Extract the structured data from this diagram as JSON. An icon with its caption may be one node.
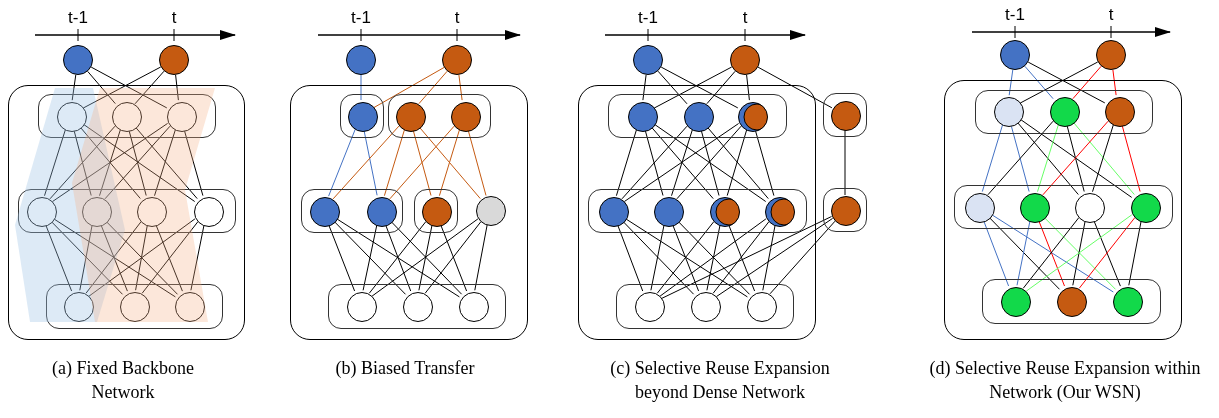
{
  "diagram": {
    "nodes": [
      {
        "text": [],
        "shape": "circle"
      },
      {
        "text": [],
        "shape": "circle"
      },
      {
        "text": [],
        "shape": "box"
      },
      {
        "text": [],
        "shape": "box",
        "in": 2
      },
      {
        "text": [],
        "shape": "circle",
        "in": 3
      },
      {
        "text": [],
        "shape": "circle",
        "in": 3
      },
      {
        "text": [],
        "shape": "circle",
        "in": 3
      },
      {
        "text": [],
        "shape": "box",
        "in": 2
      },
      {
        "text": [],
        "shape": "circle",
        "in": 7
      },
      {
        "text": [],
        "shape": "circle",
        "in": 7
      },
      {
        "text": [],
        "shape": "circle",
        "in": 7
      },
      {
        "text": [],
        "shape": "circle",
        "in": 7
      },
      {
        "text": [],
        "shape": "box",
        "in": 2
      },
      {
        "text": [],
        "shape": "circle",
        "in": 12
      },
      {
        "text": [],
        "shape": "circle",
        "in": 12
      },
      {
        "text": [],
        "shape": "circle",
        "in": 12
      },
      {
        "text": [],
        "shape": "circle"
      },
      {
        "text": [],
        "shape": "circle"
      },
      {
        "text": [],
        "shape": "box"
      },
      {
        "text": [],
        "shape": "box",
        "in": 18
      },
      {
        "text": [],
        "shape": "circle",
        "in": 19
      },
      {
        "text": [],
        "shape": "box",
        "in": 18
      },
      {
        "text": [],
        "shape": "circle",
        "in": 21
      },
      {
        "text": [],
        "shape": "circle",
        "in": 21
      },
      {
        "text": [],
        "shape": "box",
        "in": 18
      },
      {
        "text": [],
        "shape": "circle",
        "in": 24
      },
      {
        "text": [],
        "shape": "circle",
        "in": 24
      },
      {
        "text": [],
        "shape": "box",
        "in": 18
      },
      {
        "text": [],
        "shape": "circle",
        "in": 27
      },
      {
        "text": [],
        "shape": "circle",
        "in": 18
      },
      {
        "text": [],
        "shape": "box",
        "in": 18
      },
      {
        "text": [],
        "shape": "circle",
        "in": 30
      },
      {
        "text": [],
        "shape": "circle",
        "in": 30
      },
      {
        "text": [],
        "shape": "circle",
        "in": 30
      },
      {
        "text": [],
        "shape": "circle"
      },
      {
        "text": [],
        "shape": "circle"
      },
      {
        "text": [],
        "shape": "box"
      },
      {
        "text": [],
        "shape": "box",
        "in": 36
      },
      {
        "text": [],
        "shape": "circle",
        "in": 37
      },
      {
        "text": [],
        "shape": "circle",
        "in": 37
      },
      {
        "text": [],
        "shape": "circle",
        "in": 37
      },
      {
        "text": [],
        "shape": "box",
        "in": 36
      },
      {
        "text": [],
        "shape": "circle",
        "in": 41
      },
      {
        "text": [],
        "shape": "circle",
        "in": 41
      },
      {
        "text": [],
        "shape": "circle",
        "in": 41
      },
      {
        "text": [],
        "shape": "circle",
        "in": 41
      },
      {
        "text": [],
        "shape": "box",
        "in": 36
      },
      {
        "text": [],
        "shape": "circle",
        "in": 46
      },
      {
        "text": [],
        "shape": "circle",
        "in": 46
      },
      {
        "text": [],
        "shape": "circle",
        "in": 46
      },
      {
        "text": [],
        "shape": "box"
      },
      {
        "text": [],
        "shape": "circle",
        "in": 50
      },
      {
        "text": [],
        "shape": "box"
      },
      {
        "text": [],
        "shape": "circle",
        "in": 52
      },
      {
        "text": [],
        "shape": "circle"
      },
      {
        "text": [],
        "shape": "circle"
      },
      {
        "text": [],
        "shape": "box"
      },
      {
        "text": [],
        "shape": "box",
        "in": 56
      },
      {
        "text": [],
        "shape": "circle",
        "in": 57
      },
      {
        "text": [],
        "shape": "circle",
        "in": 57
      },
      {
        "text": [],
        "shape": "circle",
        "in": 57
      },
      {
        "text": [],
        "shape": "box",
        "in": 56
      },
      {
        "text": [],
        "shape": "circle",
        "in": 61
      },
      {
        "text": [],
        "shape": "circle",
        "in": 61
      },
      {
        "text": [],
        "shape": "circle",
        "in": 61
      },
      {
        "text": [],
        "shape": "circle",
        "in": 61
      },
      {
        "text": [],
        "shape": "box",
        "in": 56
      },
      {
        "text": [],
        "shape": "circle",
        "in": 66
      },
      {
        "text": [],
        "shape": "circle",
        "in": 66
      },
      {
        "text": [],
        "shape": "circle",
        "in": 66
      }
    ],
    "edges": [
      {
        "from": 0,
        "to": 4,
        "arrow": "none"
      },
      {
        "from": 0,
        "to": 5,
        "arrow": "none"
      },
      {
        "from": 0,
        "to": 6,
        "arrow": "none"
      },
      {
        "from": 1,
        "to": 4,
        "arrow": "none"
      },
      {
        "from": 1,
        "to": 5,
        "arrow": "none"
      },
      {
        "from": 1,
        "to": 6,
        "arrow": "none"
      },
      {
        "from": 4,
        "to": 8,
        "arrow": "none"
      },
      {
        "from": 4,
        "to": 9,
        "arrow": "none"
      },
      {
        "from": 4,
        "to": 10,
        "arrow": "none"
      },
      {
        "from": 4,
        "to": 11,
        "arrow": "none"
      },
      {
        "from": 5,
        "to": 8,
        "arrow": "none"
      },
      {
        "from": 5,
        "to": 9,
        "arrow": "none"
      },
      {
        "from": 5,
        "to": 10,
        "arrow": "none"
      },
      {
        "from": 5,
        "to": 11,
        "arrow": "none"
      },
      {
        "from": 6,
        "to": 8,
        "arrow": "none"
      },
      {
        "from": 6,
        "to": 9,
        "arrow": "none"
      },
      {
        "from": 6,
        "to": 10,
        "arrow": "none"
      },
      {
        "from": 6,
        "to": 11,
        "arrow": "none"
      },
      {
        "from": 8,
        "to": 13,
        "arrow": "none"
      },
      {
        "from": 8,
        "to": 14,
        "arrow": "none"
      },
      {
        "from": 8,
        "to": 15,
        "arrow": "none"
      },
      {
        "from": 9,
        "to": 13,
        "arrow": "none"
      },
      {
        "from": 9,
        "to": 14,
        "arrow": "none"
      },
      {
        "from": 9,
        "to": 15,
        "arrow": "none"
      },
      {
        "from": 10,
        "to": 13,
        "arrow": "none"
      },
      {
        "from": 10,
        "to": 14,
        "arrow": "none"
      },
      {
        "from": 10,
        "to": 15,
        "arrow": "none"
      },
      {
        "from": 11,
        "to": 13,
        "arrow": "none"
      },
      {
        "from": 11,
        "to": 14,
        "arrow": "none"
      },
      {
        "from": 11,
        "to": 15,
        "arrow": "none"
      },
      {
        "from": 16,
        "to": 20,
        "arrow": "none",
        "color": "#4472c4"
      },
      {
        "from": 17,
        "to": 20,
        "arrow": "none",
        "color": "#c55a11"
      },
      {
        "from": 17,
        "to": 22,
        "arrow": "none",
        "color": "#c55a11"
      },
      {
        "from": 17,
        "to": 23,
        "arrow": "none",
        "color": "#c55a11"
      },
      {
        "from": 20,
        "to": 25,
        "arrow": "none",
        "color": "#4472c4"
      },
      {
        "from": 20,
        "to": 26,
        "arrow": "none",
        "color": "#4472c4"
      },
      {
        "from": 22,
        "to": 25,
        "arrow": "none",
        "color": "#c55a11"
      },
      {
        "from": 22,
        "to": 26,
        "arrow": "none",
        "color": "#c55a11"
      },
      {
        "from": 22,
        "to": 28,
        "arrow": "none",
        "color": "#c55a11"
      },
      {
        "from": 22,
        "to": 29,
        "arrow": "none",
        "color": "#c55a11"
      },
      {
        "from": 23,
        "to": 26,
        "arrow": "none",
        "color": "#c55a11"
      },
      {
        "from": 23,
        "to": 28,
        "arrow": "none",
        "color": "#c55a11"
      },
      {
        "from": 23,
        "to": 29,
        "arrow": "none",
        "color": "#c55a11"
      },
      {
        "from": 25,
        "to": 31,
        "arrow": "none"
      },
      {
        "from": 25,
        "to": 32,
        "arrow": "none"
      },
      {
        "from": 25,
        "to": 33,
        "arrow": "none"
      },
      {
        "from": 26,
        "to": 31,
        "arrow": "none"
      },
      {
        "from": 26,
        "to": 32,
        "arrow": "none"
      },
      {
        "from": 26,
        "to": 33,
        "arrow": "none"
      },
      {
        "from": 28,
        "to": 31,
        "arrow": "none"
      },
      {
        "from": 28,
        "to": 32,
        "arrow": "none"
      },
      {
        "from": 28,
        "to": 33,
        "arrow": "none"
      },
      {
        "from": 29,
        "to": 31,
        "arrow": "none"
      },
      {
        "from": 29,
        "to": 32,
        "arrow": "none"
      },
      {
        "from": 29,
        "to": 33,
        "arrow": "none"
      },
      {
        "from": 34,
        "to": 38,
        "arrow": "none"
      },
      {
        "from": 34,
        "to": 39,
        "arrow": "none"
      },
      {
        "from": 34,
        "to": 40,
        "arrow": "none"
      },
      {
        "from": 35,
        "to": 38,
        "arrow": "none"
      },
      {
        "from": 35,
        "to": 39,
        "arrow": "none"
      },
      {
        "from": 35,
        "to": 40,
        "arrow": "none"
      },
      {
        "from": 35,
        "to": 51,
        "arrow": "none"
      },
      {
        "from": 38,
        "to": 42,
        "arrow": "none"
      },
      {
        "from": 38,
        "to": 43,
        "arrow": "none"
      },
      {
        "from": 38,
        "to": 44,
        "arrow": "none"
      },
      {
        "from": 38,
        "to": 45,
        "arrow": "none"
      },
      {
        "from": 39,
        "to": 42,
        "arrow": "none"
      },
      {
        "from": 39,
        "to": 43,
        "arrow": "none"
      },
      {
        "from": 39,
        "to": 44,
        "arrow": "none"
      },
      {
        "from": 39,
        "to": 45,
        "arrow": "none"
      },
      {
        "from": 40,
        "to": 42,
        "arrow": "none"
      },
      {
        "from": 40,
        "to": 43,
        "arrow": "none"
      },
      {
        "from": 40,
        "to": 44,
        "arrow": "none"
      },
      {
        "from": 40,
        "to": 45,
        "arrow": "none"
      },
      {
        "from": 42,
        "to": 47,
        "arrow": "none"
      },
      {
        "from": 42,
        "to": 48,
        "arrow": "none"
      },
      {
        "from": 42,
        "to": 49,
        "arrow": "none"
      },
      {
        "from": 43,
        "to": 47,
        "arrow": "none"
      },
      {
        "from": 43,
        "to": 48,
        "arrow": "none"
      },
      {
        "from": 43,
        "to": 49,
        "arrow": "none"
      },
      {
        "from": 44,
        "to": 47,
        "arrow": "none"
      },
      {
        "from": 44,
        "to": 48,
        "arrow": "none"
      },
      {
        "from": 44,
        "to": 49,
        "arrow": "none"
      },
      {
        "from": 45,
        "to": 47,
        "arrow": "none"
      },
      {
        "from": 45,
        "to": 48,
        "arrow": "none"
      },
      {
        "from": 45,
        "to": 49,
        "arrow": "none"
      },
      {
        "from": 51,
        "to": 53,
        "arrow": "none"
      },
      {
        "from": 53,
        "to": 47,
        "arrow": "none"
      },
      {
        "from": 53,
        "to": 48,
        "arrow": "none"
      },
      {
        "from": 53,
        "to": 49,
        "arrow": "none"
      },
      {
        "from": 54,
        "to": 58,
        "arrow": "none",
        "color": "#4472c4"
      },
      {
        "from": 54,
        "to": 59,
        "arrow": "none",
        "color": "#4472c4"
      },
      {
        "from": 54,
        "to": 60,
        "arrow": "none"
      },
      {
        "from": 55,
        "to": 58,
        "arrow": "none"
      },
      {
        "from": 55,
        "to": 59,
        "arrow": "none",
        "color": "#ff0000"
      },
      {
        "from": 55,
        "to": 60,
        "arrow": "none",
        "color": "#ff0000"
      },
      {
        "from": 58,
        "to": 62,
        "arrow": "none",
        "color": "#4472c4"
      },
      {
        "from": 58,
        "to": 63,
        "arrow": "none",
        "color": "#4472c4"
      },
      {
        "from": 58,
        "to": 64,
        "arrow": "none"
      },
      {
        "from": 58,
        "to": 65,
        "arrow": "none"
      },
      {
        "from": 59,
        "to": 62,
        "arrow": "none"
      },
      {
        "from": 59,
        "to": 63,
        "arrow": "none",
        "color": "#66ff66"
      },
      {
        "from": 59,
        "to": 64,
        "arrow": "none"
      },
      {
        "from": 59,
        "to": 65,
        "arrow": "none",
        "color": "#66ff66"
      },
      {
        "from": 60,
        "to": 63,
        "arrow": "none",
        "color": "#ff0000"
      },
      {
        "from": 60,
        "to": 64,
        "arrow": "none"
      },
      {
        "from": 60,
        "to": 65,
        "arrow": "none",
        "color": "#ff0000"
      },
      {
        "from": 62,
        "to": 67,
        "arrow": "none",
        "color": "#4472c4"
      },
      {
        "from": 62,
        "to": 68,
        "arrow": "none"
      },
      {
        "from": 62,
        "to": 69,
        "arrow": "none",
        "color": "#4472c4"
      },
      {
        "from": 63,
        "to": 67,
        "arrow": "none",
        "color": "#4472c4"
      },
      {
        "from": 63,
        "to": 68,
        "arrow": "none",
        "color": "#ff0000"
      },
      {
        "from": 63,
        "to": 69,
        "arrow": "none",
        "color": "#66ff66"
      },
      {
        "from": 64,
        "to": 67,
        "arrow": "none"
      },
      {
        "from": 64,
        "to": 68,
        "arrow": "none"
      },
      {
        "from": 64,
        "to": 69,
        "arrow": "none"
      },
      {
        "from": 65,
        "to": 67,
        "arrow": "none",
        "color": "#66ff66"
      },
      {
        "from": 65,
        "to": 68,
        "arrow": "none",
        "color": "#ff0000"
      },
      {
        "from": 65,
        "to": 69,
        "arrow": "none"
      }
    ],
    "labels": [
      "t-1",
      "t",
      "t-1",
      "t",
      "t-1",
      "t",
      "t-1",
      "t",
      "(a) Fixed Backbone Network",
      "(b) Biased Transfer",
      "(c) Selective Reuse Expansion beyond Dense Network",
      "(d) Selective Reuse Expansion within Network (Our WSN)"
    ]
  }
}
